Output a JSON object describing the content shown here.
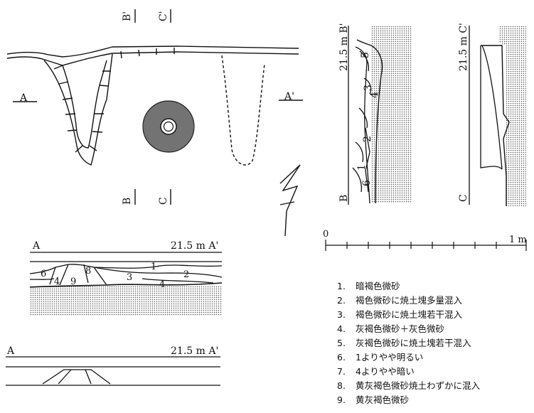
{
  "labels": {
    "plan_A": "A",
    "plan_A_prime": "A'",
    "plan_B": "B",
    "plan_B_prime": "B'",
    "plan_C": "C",
    "plan_C_prime": "C'",
    "section_mid_A": "A",
    "section_mid_ref": "21.5 m A'",
    "section_bottom_A": "A",
    "section_bottom_ref": "21.5 m A'",
    "section_B_ref": "21.5 m B'",
    "section_B_base": "B",
    "section_C_ref": "21.5 m C'",
    "section_C_base": "C",
    "scale_zero": "0",
    "scale_one": "1 m"
  },
  "layers_mid": [
    "1",
    "2",
    "3",
    "4",
    "4",
    "6",
    "8",
    "9"
  ],
  "layers_b": [
    "1",
    "2",
    "3",
    "4",
    "5",
    "6"
  ],
  "legend": [
    {
      "num": "1.",
      "text": "暗褐色微砂"
    },
    {
      "num": "2.",
      "text": "褐色微砂に焼土塊多量混入"
    },
    {
      "num": "3.",
      "text": "褐色微砂に焼土塊若干混入"
    },
    {
      "num": "4.",
      "text": "灰褐色微砂＋灰色微砂"
    },
    {
      "num": "5.",
      "text": "灰褐色微砂に焼土塊若干混入"
    },
    {
      "num": "6.",
      "text": "1よりやや明るい"
    },
    {
      "num": "7.",
      "text": "4よりやや暗い"
    },
    {
      "num": "8.",
      "text": "黄灰褐色微砂焼土わずかに混入"
    },
    {
      "num": "9.",
      "text": "黄灰褐色微砂"
    }
  ]
}
